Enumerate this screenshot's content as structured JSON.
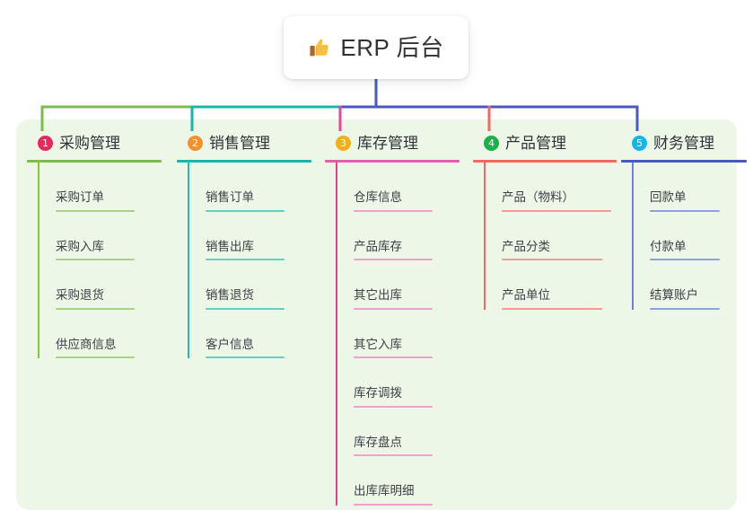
{
  "root": {
    "icon": "thumbs-up-icon",
    "label": "ERP 后台"
  },
  "panel": {
    "background": "#edf7e8"
  },
  "columns": [
    {
      "index": "1",
      "title": "采购管理",
      "badge_color": "#e8285e",
      "rule_color": "#7cbc4b",
      "spine_color": "#8cc63f",
      "leaf_rule_color": "#a9d383",
      "wire_color": "#7cbc4b",
      "items": [
        {
          "label": "采购订单"
        },
        {
          "label": "采购入库"
        },
        {
          "label": "采购退货"
        },
        {
          "label": "供应商信息"
        }
      ]
    },
    {
      "index": "2",
      "title": "销售管理",
      "badge_color": "#f5902a",
      "rule_color": "#16b6ad",
      "spine_color": "#24bdb3",
      "leaf_rule_color": "#63cfc7",
      "wire_color": "#16b6ad",
      "items": [
        {
          "label": "销售订单"
        },
        {
          "label": "销售出库"
        },
        {
          "label": "销售退货"
        },
        {
          "label": "客户信息"
        }
      ]
    },
    {
      "index": "3",
      "title": "库存管理",
      "badge_color": "#f2b012",
      "rule_color": "#e560ac",
      "spine_color": "#e53f97",
      "leaf_rule_color": "#efa0cb",
      "wire_color": "#e5479c",
      "items": [
        {
          "label": "仓库信息"
        },
        {
          "label": "产品库存"
        },
        {
          "label": "其它出库"
        },
        {
          "label": "其它入库"
        },
        {
          "label": "库存调拨"
        },
        {
          "label": "库存盘点"
        },
        {
          "label": "出库库明细"
        }
      ]
    },
    {
      "index": "4",
      "title": "产品管理",
      "badge_color": "#1cb04a",
      "rule_color": "#f9655f",
      "spine_color": "#f9655f",
      "leaf_rule_color": "#f79a93",
      "wire_color": "#f9655f",
      "items": [
        {
          "label": "产品（物料）"
        },
        {
          "label": "产品分类"
        },
        {
          "label": "产品单位"
        }
      ]
    },
    {
      "index": "5",
      "title": "财务管理",
      "badge_color": "#18b4e9",
      "rule_color": "#4a58c4",
      "spine_color": "#6d81d8",
      "leaf_rule_color": "#8fa0e0",
      "wire_color": "#4a58c4",
      "items": [
        {
          "label": "回款单"
        },
        {
          "label": "付款单"
        },
        {
          "label": "结算账户"
        }
      ]
    }
  ]
}
